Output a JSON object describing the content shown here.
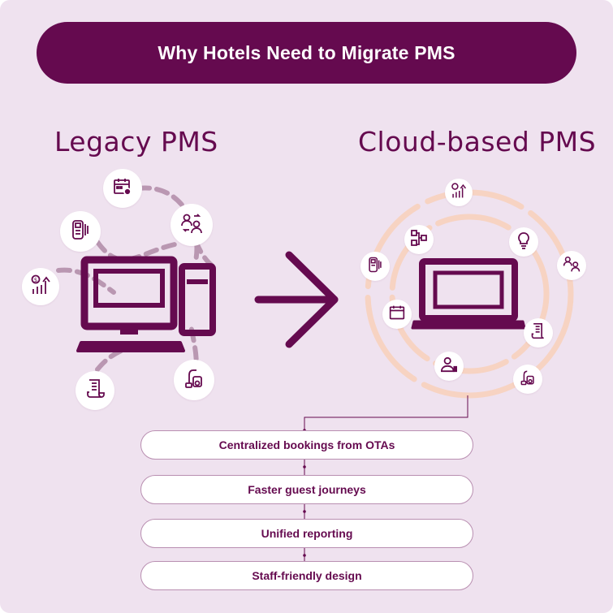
{
  "title": "Why Hotels Need to Migrate PMS",
  "headings": {
    "legacy": "Legacy PMS",
    "cloud": "Cloud-based PMS"
  },
  "benefits": [
    "Centralized bookings from OTAs",
    "Faster guest journeys",
    "Unified reporting",
    "Staff-friendly design"
  ],
  "colors": {
    "primary": "#650a4f",
    "background": "#efe2ef",
    "legacy_dash": "#a97a9e",
    "cloud_ring": "#f9d5c4"
  },
  "legacy_icons": [
    "calendar-icon",
    "pos-terminal-icon",
    "staff-swap-icon",
    "revenue-chart-icon",
    "receipt-icon",
    "housekeeping-icon"
  ],
  "cloud_icons": [
    "revenue-chart-icon",
    "flowchart-icon",
    "lightbulb-icon",
    "pos-terminal-icon",
    "staff-swap-icon",
    "calendar-icon",
    "receipt-icon",
    "guest-icon",
    "housekeeping-icon"
  ]
}
